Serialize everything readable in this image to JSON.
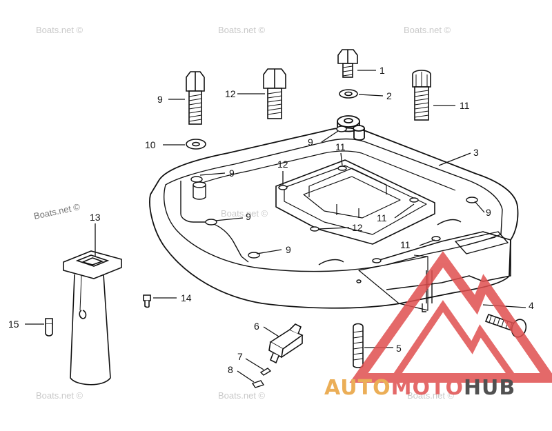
{
  "watermark": {
    "text": "Boats.net ©"
  },
  "logo": {
    "part1": "AUTO",
    "part2": "MOTO",
    "part3": "HUB",
    "colors": {
      "accent": "#e8a03a",
      "red": "#e05050",
      "dark": "#333333"
    }
  },
  "callouts": [
    {
      "id": "c1",
      "label": "1"
    },
    {
      "id": "c2",
      "label": "2"
    },
    {
      "id": "c3",
      "label": "3"
    },
    {
      "id": "c4",
      "label": "4"
    },
    {
      "id": "c5",
      "label": "5"
    },
    {
      "id": "c6",
      "label": "6"
    },
    {
      "id": "c7",
      "label": "7"
    },
    {
      "id": "c8",
      "label": "8"
    },
    {
      "id": "c9a",
      "label": "9"
    },
    {
      "id": "c9b",
      "label": "9"
    },
    {
      "id": "c9c",
      "label": "9"
    },
    {
      "id": "c9d",
      "label": "9"
    },
    {
      "id": "c9e",
      "label": "9"
    },
    {
      "id": "c9f",
      "label": "9"
    },
    {
      "id": "c10",
      "label": "10"
    },
    {
      "id": "c11a",
      "label": "11"
    },
    {
      "id": "c11b",
      "label": "11"
    },
    {
      "id": "c11c",
      "label": "11"
    },
    {
      "id": "c11d",
      "label": "11"
    },
    {
      "id": "c12a",
      "label": "12"
    },
    {
      "id": "c12b",
      "label": "12"
    },
    {
      "id": "c12c",
      "label": "12"
    },
    {
      "id": "c13",
      "label": "13"
    },
    {
      "id": "c14",
      "label": "14"
    },
    {
      "id": "c15",
      "label": "15"
    }
  ]
}
